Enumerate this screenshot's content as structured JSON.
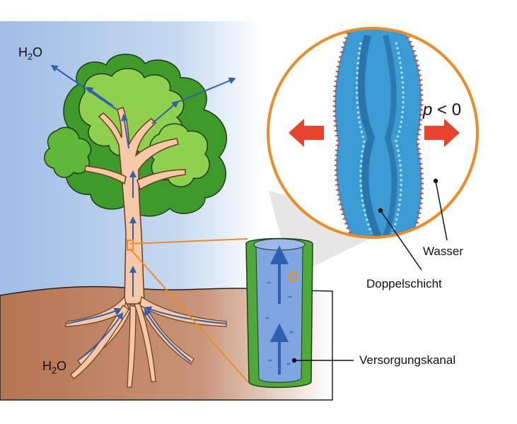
{
  "labels": {
    "h2o_top_main": "H",
    "h2o_top_sub": "2",
    "h2o_top_end": "O",
    "h2o_bottom_main": "H",
    "h2o_bottom_sub": "2",
    "h2o_bottom_end": "O",
    "pressure_var": "p",
    "pressure_rel": " < 0",
    "water": "Wasser",
    "bilayer": "Doppelschicht",
    "channel": "Versorgungskanal"
  },
  "colors": {
    "sky": "#a9c4e8",
    "soil": "#b97a57",
    "trunk": "#f5c9a8",
    "foliage_dark": "#3f9a2c",
    "foliage_light": "#8fd14f",
    "flow_arrow": "#2f5fb0",
    "zoom_ring": "#f08a24",
    "tube_wall": "#4ea83a",
    "tube_inner": "#7fa6e0",
    "tension_arrow": "#e8432b",
    "membrane": "#3a9bd5",
    "membrane_head": "#c9432c"
  },
  "icons": [
    "tree-illustration",
    "root-system",
    "xylem-tube",
    "membrane-bilayer",
    "tension-arrows"
  ]
}
